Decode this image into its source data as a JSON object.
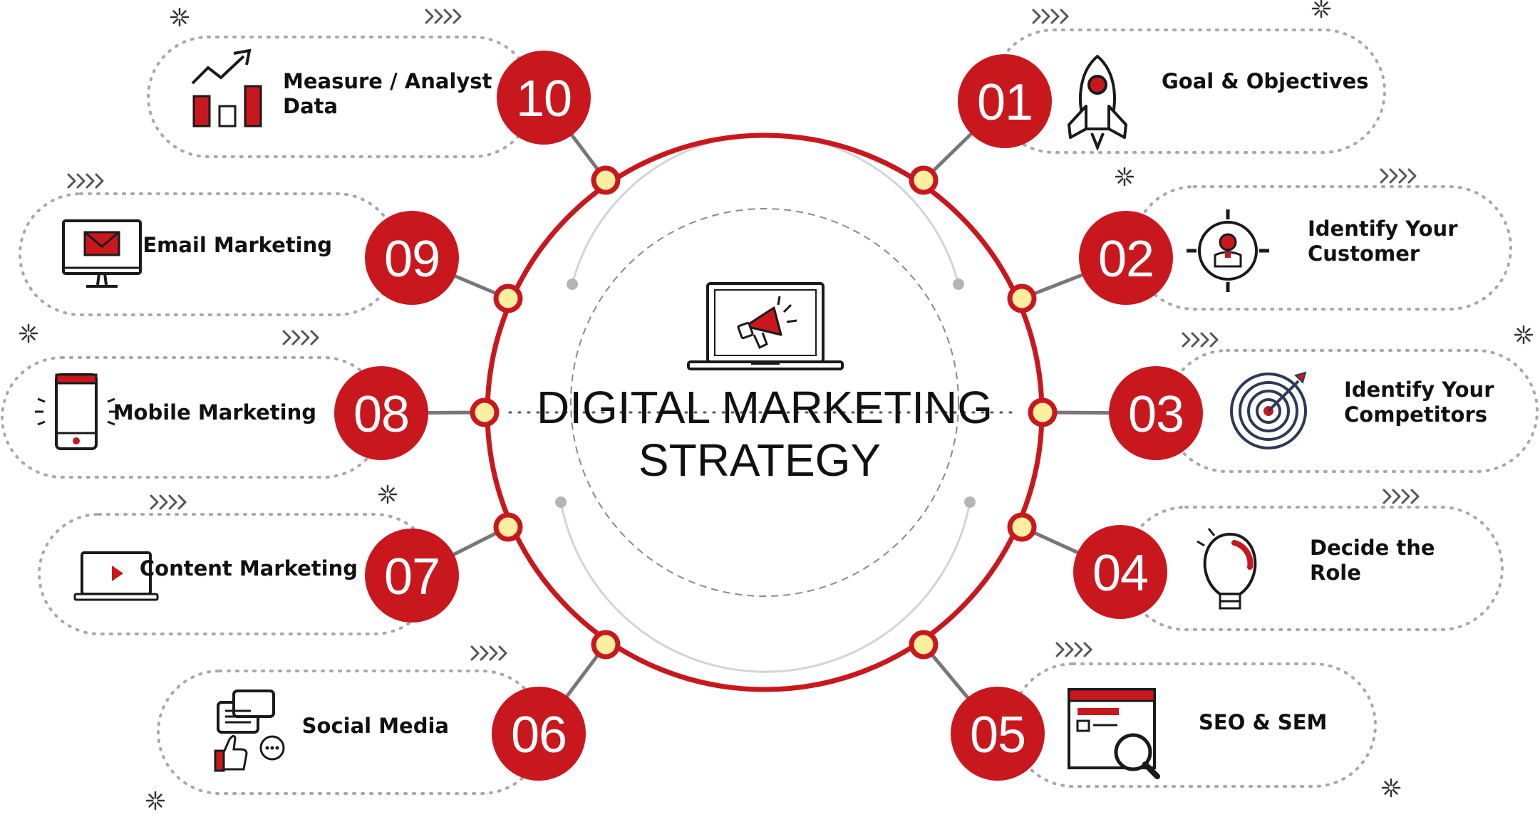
{
  "title": {
    "line1": "DIGITAL MARKETING",
    "line2": "STRATEGY"
  },
  "colors": {
    "accent": "#c8181e",
    "node_fill": "#fdeea0",
    "connector": "#777777",
    "text": "#111111"
  },
  "steps": [
    {
      "number": "01",
      "label": [
        "Goal & Objectives"
      ],
      "icon": "rocket-icon"
    },
    {
      "number": "02",
      "label": [
        "Identify Your",
        "Customer"
      ],
      "icon": "target-person-icon"
    },
    {
      "number": "03",
      "label": [
        "Identify Your",
        "Competitors"
      ],
      "icon": "dartboard-icon"
    },
    {
      "number": "04",
      "label": [
        "Decide the",
        "Role"
      ],
      "icon": "lightbulb-icon"
    },
    {
      "number": "05",
      "label": [
        "SEO & SEM"
      ],
      "icon": "browser-search-icon"
    },
    {
      "number": "06",
      "label": [
        "Social Media"
      ],
      "icon": "chat-like-icon"
    },
    {
      "number": "07",
      "label": [
        "Content Marketing"
      ],
      "icon": "laptop-play-icon"
    },
    {
      "number": "08",
      "label": [
        "Mobile Marketing"
      ],
      "icon": "smartphone-icon"
    },
    {
      "number": "09",
      "label": [
        "Email Marketing"
      ],
      "icon": "monitor-mail-icon"
    },
    {
      "number": "10",
      "label": [
        "Measure / Analyst",
        "Data"
      ],
      "icon": "bar-chart-growth-icon"
    }
  ]
}
